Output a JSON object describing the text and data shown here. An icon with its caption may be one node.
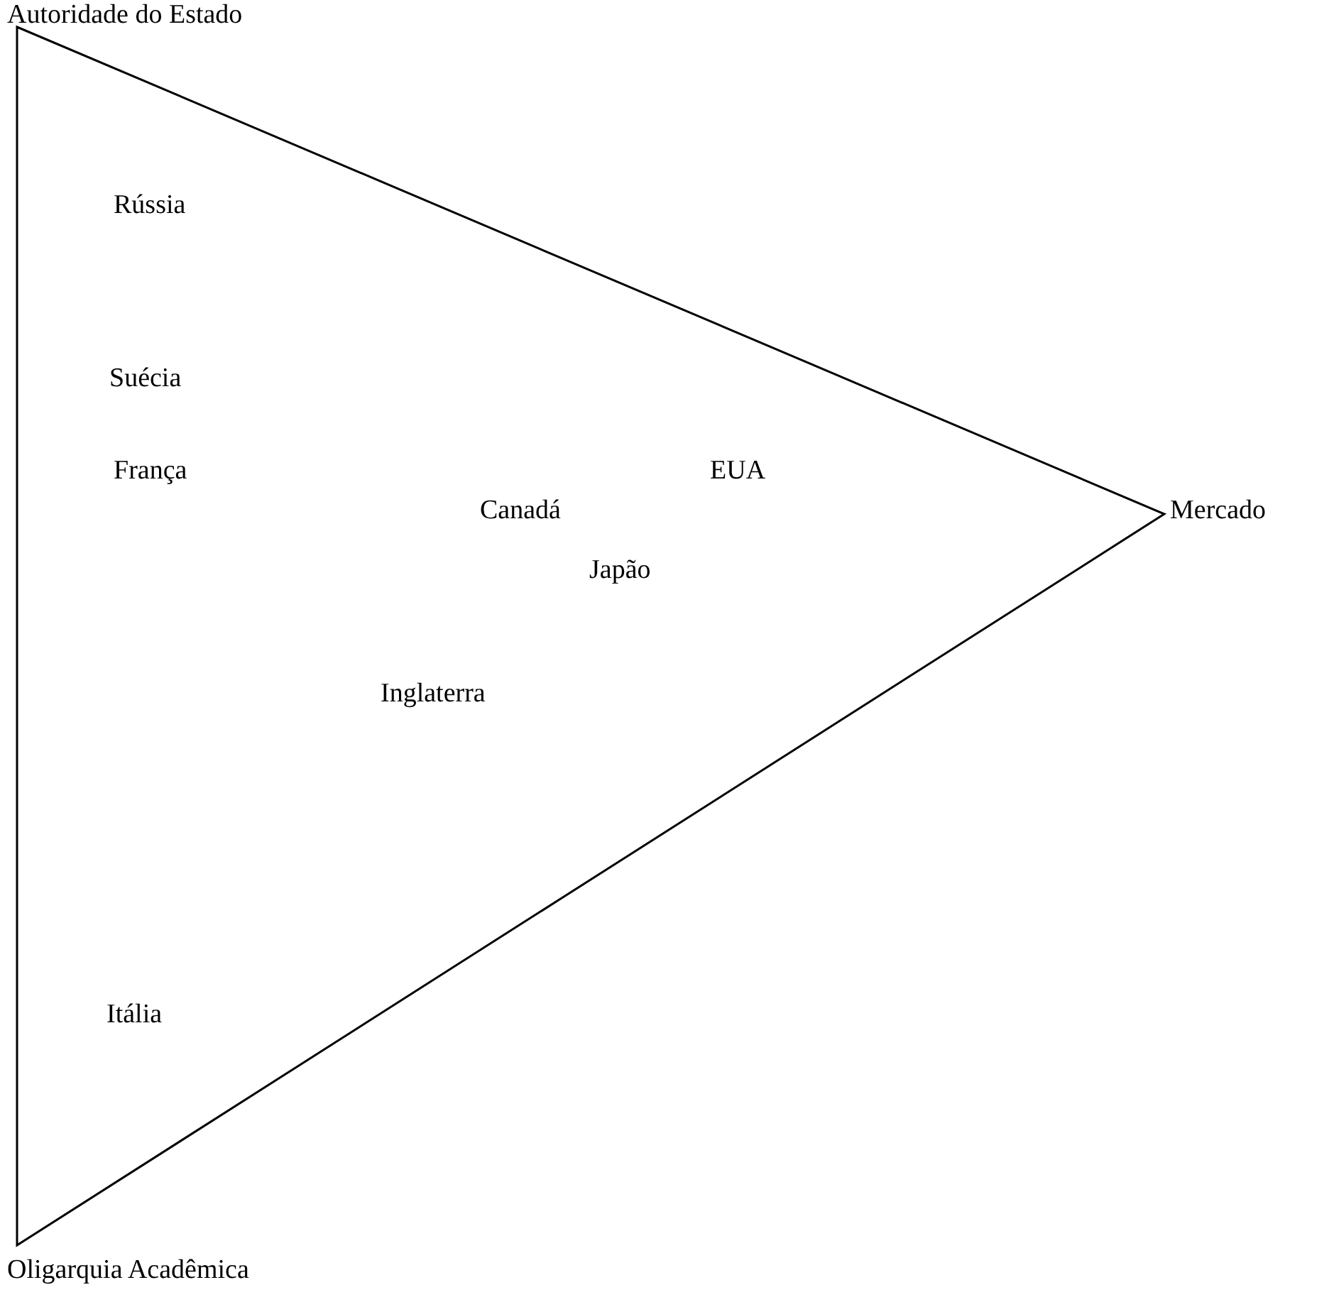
{
  "diagram": {
    "labels": [
      "Autoridade do Estado",
      "Rússia",
      "Suécia",
      "França",
      "EUA",
      "Mercado",
      "Canadá",
      "Japão",
      "Inglaterra",
      "Itália",
      "Oligarquia Acadêmica"
    ]
  }
}
